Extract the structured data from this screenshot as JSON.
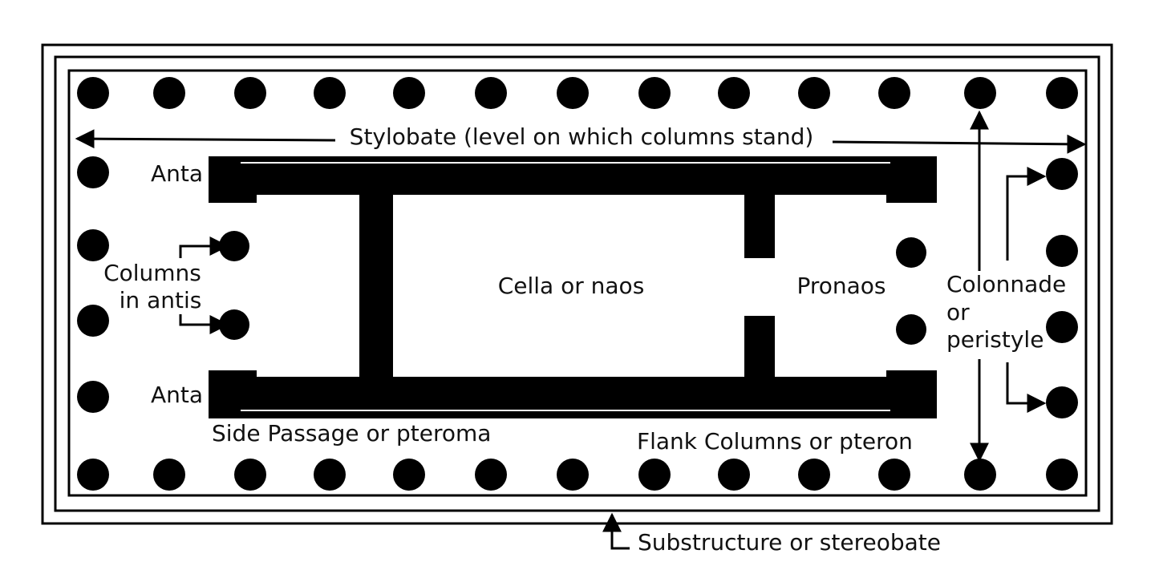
{
  "labels": {
    "stylobate": "Stylobate (level on which columns stand)",
    "anta_top": "Anta",
    "anta_bottom": "Anta",
    "columns_in_antis_1": "Columns",
    "columns_in_antis_2": "in antis",
    "cella": "Cella or naos",
    "pronaos": "Pronaos",
    "colonnade_1": "Colonnade",
    "colonnade_2": "or",
    "colonnade_3": "peristyle",
    "side_passage": "Side Passage or pteroma",
    "flank_columns": "Flank Columns or pteron",
    "substructure": "Substructure or stereobate"
  },
  "colors": {
    "ink": "#000000",
    "paper": "#ffffff"
  }
}
